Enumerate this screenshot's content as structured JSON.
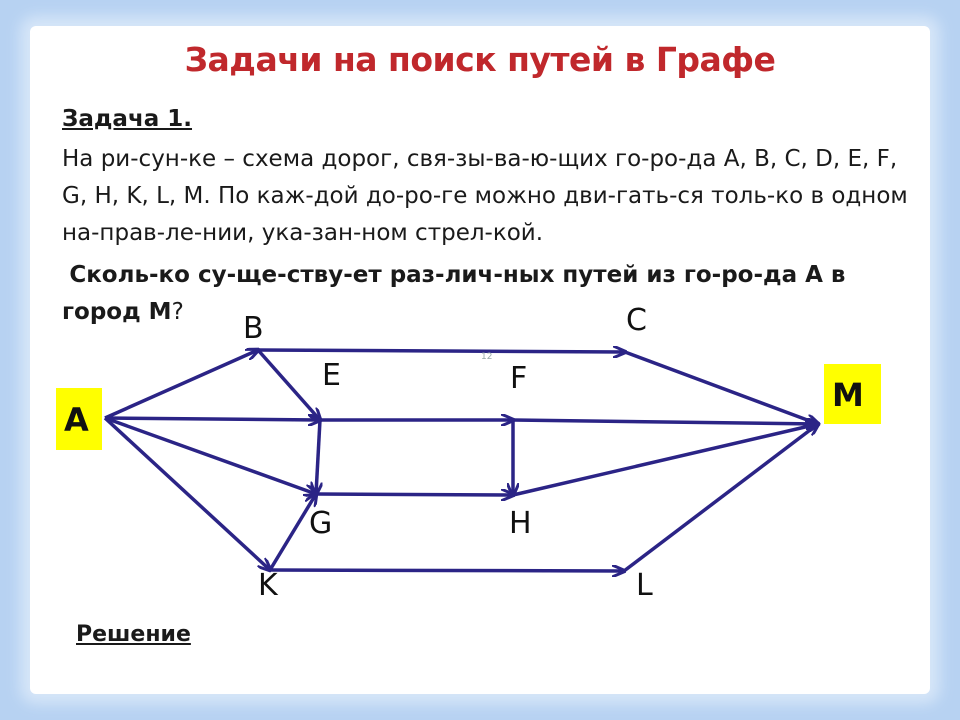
{
  "title": "Задачи на поиск путей в Графе",
  "task": {
    "label": "Задача 1.",
    "text": "На ри-сун-ке – схема дорог, свя-зы-ва-ю-щих го-ро-да  A, B, C, D, E, F, G, H, K, L, M. По каж-дой до-ро-ге можно дви-гать-ся толь-ко в одном на-прав-ле-нии, ука-зан-ном стрел-кой.",
    "question_bold": "Сколь-ко су-ще-ству-ет раз-лич-ных путей из го-ро-да А в город М",
    "question_end": "?"
  },
  "graph": {
    "edge_color": "#2b2486",
    "highlight_color": "#ffff00",
    "mark": "12",
    "nodes": {
      "A": "A",
      "B": "B",
      "C": "C",
      "E": "E",
      "F": "F",
      "G": "G",
      "H": "H",
      "K": "K",
      "L": "L",
      "M": "M"
    },
    "edges": [
      [
        "A",
        "B"
      ],
      [
        "A",
        "E"
      ],
      [
        "A",
        "G"
      ],
      [
        "A",
        "K"
      ],
      [
        "B",
        "C"
      ],
      [
        "B",
        "E"
      ],
      [
        "E",
        "F"
      ],
      [
        "E",
        "G"
      ],
      [
        "F",
        "H"
      ],
      [
        "F",
        "M"
      ],
      [
        "G",
        "H"
      ],
      [
        "K",
        "G"
      ],
      [
        "K",
        "L"
      ],
      [
        "C",
        "M"
      ],
      [
        "H",
        "M"
      ],
      [
        "L",
        "M"
      ]
    ]
  },
  "solution_link": "Решение"
}
